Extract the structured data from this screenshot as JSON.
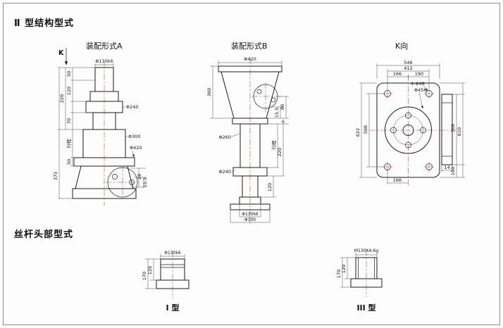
{
  "sheet": {
    "section1_title": "Ⅱ 型结构型式",
    "section2_title": "丝杆头部型式"
  },
  "viewA": {
    "title": "装配形式A",
    "k_label": "K",
    "dim_phi130": "Φ130k6",
    "dim_phi240": "Φ240",
    "dim_phi300": "Φ300",
    "dim_phi420": "Φ420",
    "dim_50_top": "50",
    "dim_120": "120",
    "dim_220": "220",
    "dim_70": "70",
    "dim_stroke": "行程",
    "dim_50_bottom": "50",
    "dim_375": "375",
    "dim_28": "28",
    "dim_15_5": "15.5"
  },
  "viewB": {
    "title": "装配形式B",
    "dim_phi420": "Φ420",
    "dim_360": "360",
    "dim_6": "6",
    "dim_80": "80",
    "dim_15_5": "15.5",
    "dim_phi260": "Φ260",
    "dim_stroke": "行程",
    "dim_220": "220",
    "dim_phi240": "Φ240",
    "dim_120": "120",
    "dim_phi130": "Φ130k6",
    "dim_phi300": "Φ300"
  },
  "viewK": {
    "title": "K向",
    "dim_546": "546",
    "dim_412": "412",
    "dim_190": "190",
    "dim_166_top": "166",
    "dim_holes": "4-Φ48",
    "dim_bolt_circle": "Φ456",
    "dim_622": "622",
    "dim_508": "508",
    "dim_360": "360",
    "dim_610": "610",
    "dim_100": "100",
    "dim_14": "14",
    "dim_166_bottom": "166"
  },
  "headI": {
    "label": "I 型",
    "dim_phi130": "Φ130k6",
    "dim_170": "170",
    "dim_120": "120"
  },
  "headIII": {
    "label": "III 型",
    "dim_thread": "M130X4-6g",
    "dim_170": "170",
    "dim_120": "120"
  }
}
